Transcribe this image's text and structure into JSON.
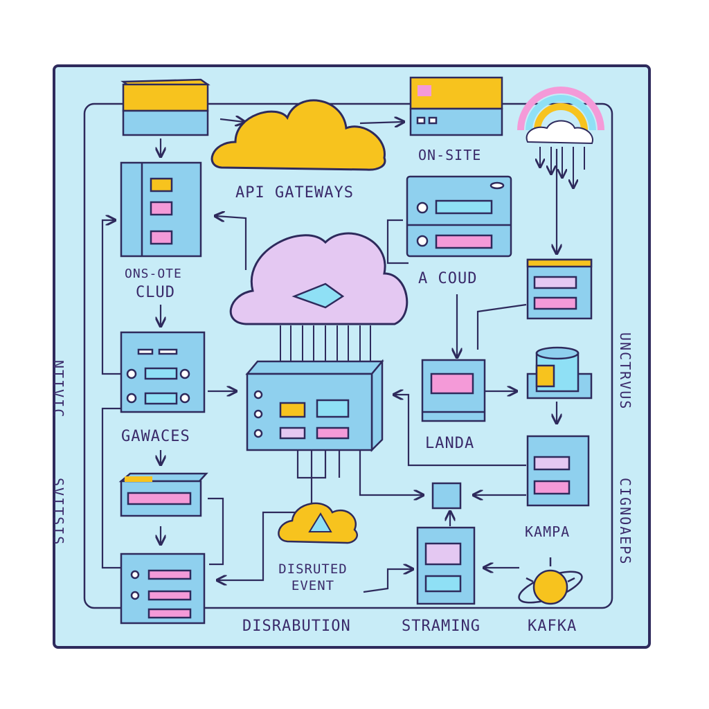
{
  "colors": {
    "frame_fill": "#c8ecf7",
    "frame_stroke": "#2e2a5c",
    "box_blue": "#8fd0ee",
    "yellow": "#f7c31e",
    "pink": "#f49ad8",
    "lavender": "#e4c8f2",
    "cyan": "#8fe0f5",
    "ink": "#3a2a6a"
  },
  "labels": {
    "api_gateways": "API GATEWAYS",
    "on_site": "ON-SITE",
    "ons_ote": "ONS-OTE",
    "clud": "CLUD",
    "a_coud": "A COUD",
    "gawaces": "GAWACES",
    "landa": "LANDA",
    "kampa": "KAMPA",
    "disruted_event": "DISRUTED EVENT",
    "disrabution": "DISRABUTION",
    "straming": "STRAMING",
    "kafka": "KAFKA",
    "ntivic": "NTIVIC",
    "svitsis": "SVITSIS",
    "unctrvus": "UNCTRVUS",
    "cignoaeps": "CIGNOAEPS"
  },
  "icons": [
    "yellow-cloud-icon",
    "purple-cloud-icon",
    "rainbow-icon",
    "small-yellow-cloud-icon",
    "sun-icon",
    "database-icon",
    "play-triangle-icon"
  ]
}
